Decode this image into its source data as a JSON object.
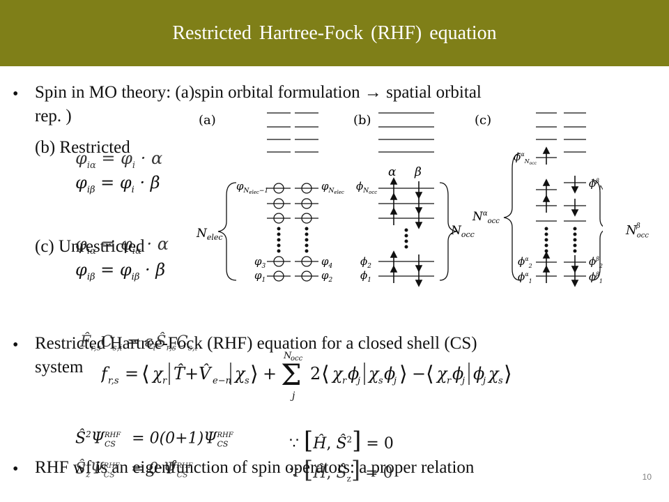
{
  "header": {
    "title": "Restricted  Hartree-Fock  (RHF)  equation"
  },
  "slide": {
    "bullet1": {
      "line1": "Spin in MO theory: (a)spin orbital formulation → spatial orbital",
      "line2": "rep. )",
      "restricted_label": "(b) Restricted",
      "unrestricted_label": "(c)  Unrestricted",
      "eq_b1": "φiα = φi · α",
      "eq_b2": "φiβ = φi · β",
      "eq_c1": "φiα = φiα · α",
      "eq_c2": "φiβ = φiβ · β"
    },
    "bullet2": {
      "line1": "Restricted Hartree-Fock (RHF) equation for a closed shell (CS)",
      "line2": "system",
      "eq_fc": "F̂r,s Cs,i = εi Ŝr,s Cs,i",
      "fock_eq": "fr,s = ⟨χr|T̂+V̂e-n|χs⟩ + Σj^Nocc 2⟨χrφj|χsφj⟩ − ⟨χrφj|φjχs⟩"
    },
    "bullet3": {
      "line1": "RHF wf is an eigenfunction of spin operators: a proper relation",
      "eq_s2": "Ŝ²Ψ_CS^RHF = 0(0+1)Ψ_CS^RHF",
      "eq_sz": "ŜzΨ_CS^RHF = 0·Ψ_CS^RHF",
      "comm1": "∵ [Ĥ, Ŝ²] = 0",
      "comm2": "∵ [Ĥ, Ŝz] = 0"
    },
    "diagram": {
      "label_a": "(a)",
      "label_b": "(b)",
      "label_c": "(c)",
      "alpha": "α",
      "beta": "β"
    },
    "page_number": "10"
  }
}
